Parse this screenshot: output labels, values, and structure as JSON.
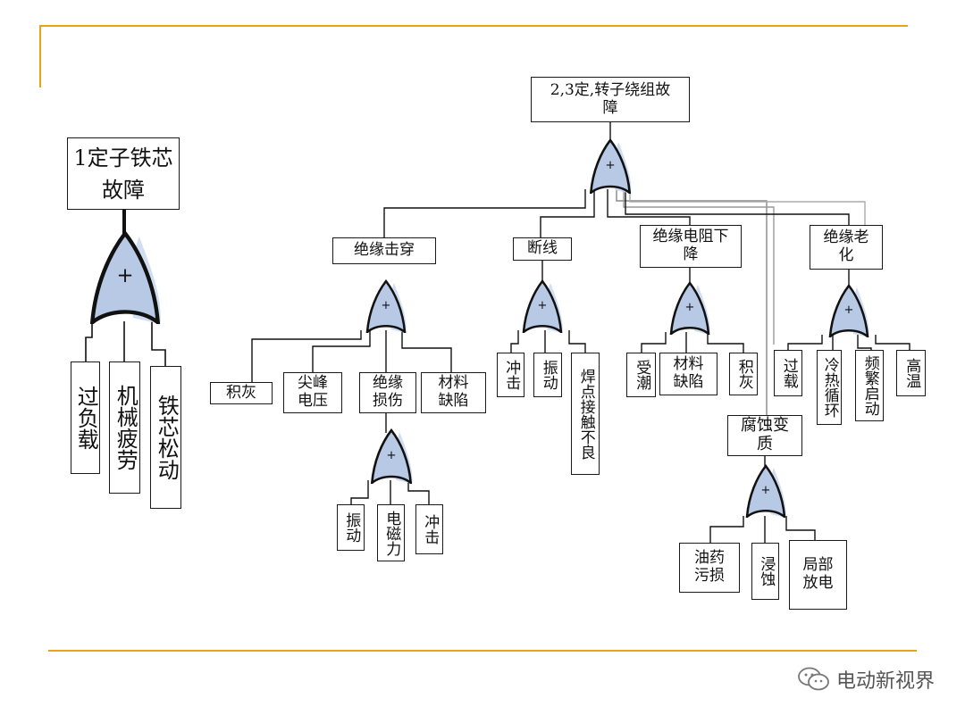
{
  "colors": {
    "accent": "#e8a317",
    "gate_fill": "#b8c9e6",
    "shadow": "#c9d8ee",
    "line": "#1a1a1a"
  },
  "tree1": {
    "top": "1定子铁芯故障",
    "children": [
      "过负载",
      "机械疲劳",
      "铁芯松动"
    ]
  },
  "tree2": {
    "top": "2,3定,转子绕组故障",
    "branches": {
      "insulation_breakdown": {
        "label": "绝缘击穿",
        "children": [
          "积灰",
          "尖峰电压",
          "绝缘损伤",
          "材料缺陷"
        ],
        "insulation_damage_children": [
          "振动",
          "电磁力",
          "冲击"
        ]
      },
      "broken_wire": {
        "label": "断线",
        "children": [
          "冲击",
          "振动",
          "焊点接触不良"
        ]
      },
      "resistance_drop": {
        "label": "绝缘电阻下降",
        "children": [
          "受潮",
          "材料缺陷",
          "积灰"
        ]
      },
      "corrosion": {
        "label": "腐蚀变质",
        "children": [
          "油药污损",
          "浸蚀",
          "局部放电"
        ]
      },
      "aging": {
        "label": "绝缘老化",
        "children": [
          "过载",
          "冷热循环",
          "频繁启动",
          "高温"
        ]
      }
    }
  },
  "gate_symbol": "+",
  "watermark": "电动新视界",
  "icons": [
    "wechat-icon"
  ]
}
